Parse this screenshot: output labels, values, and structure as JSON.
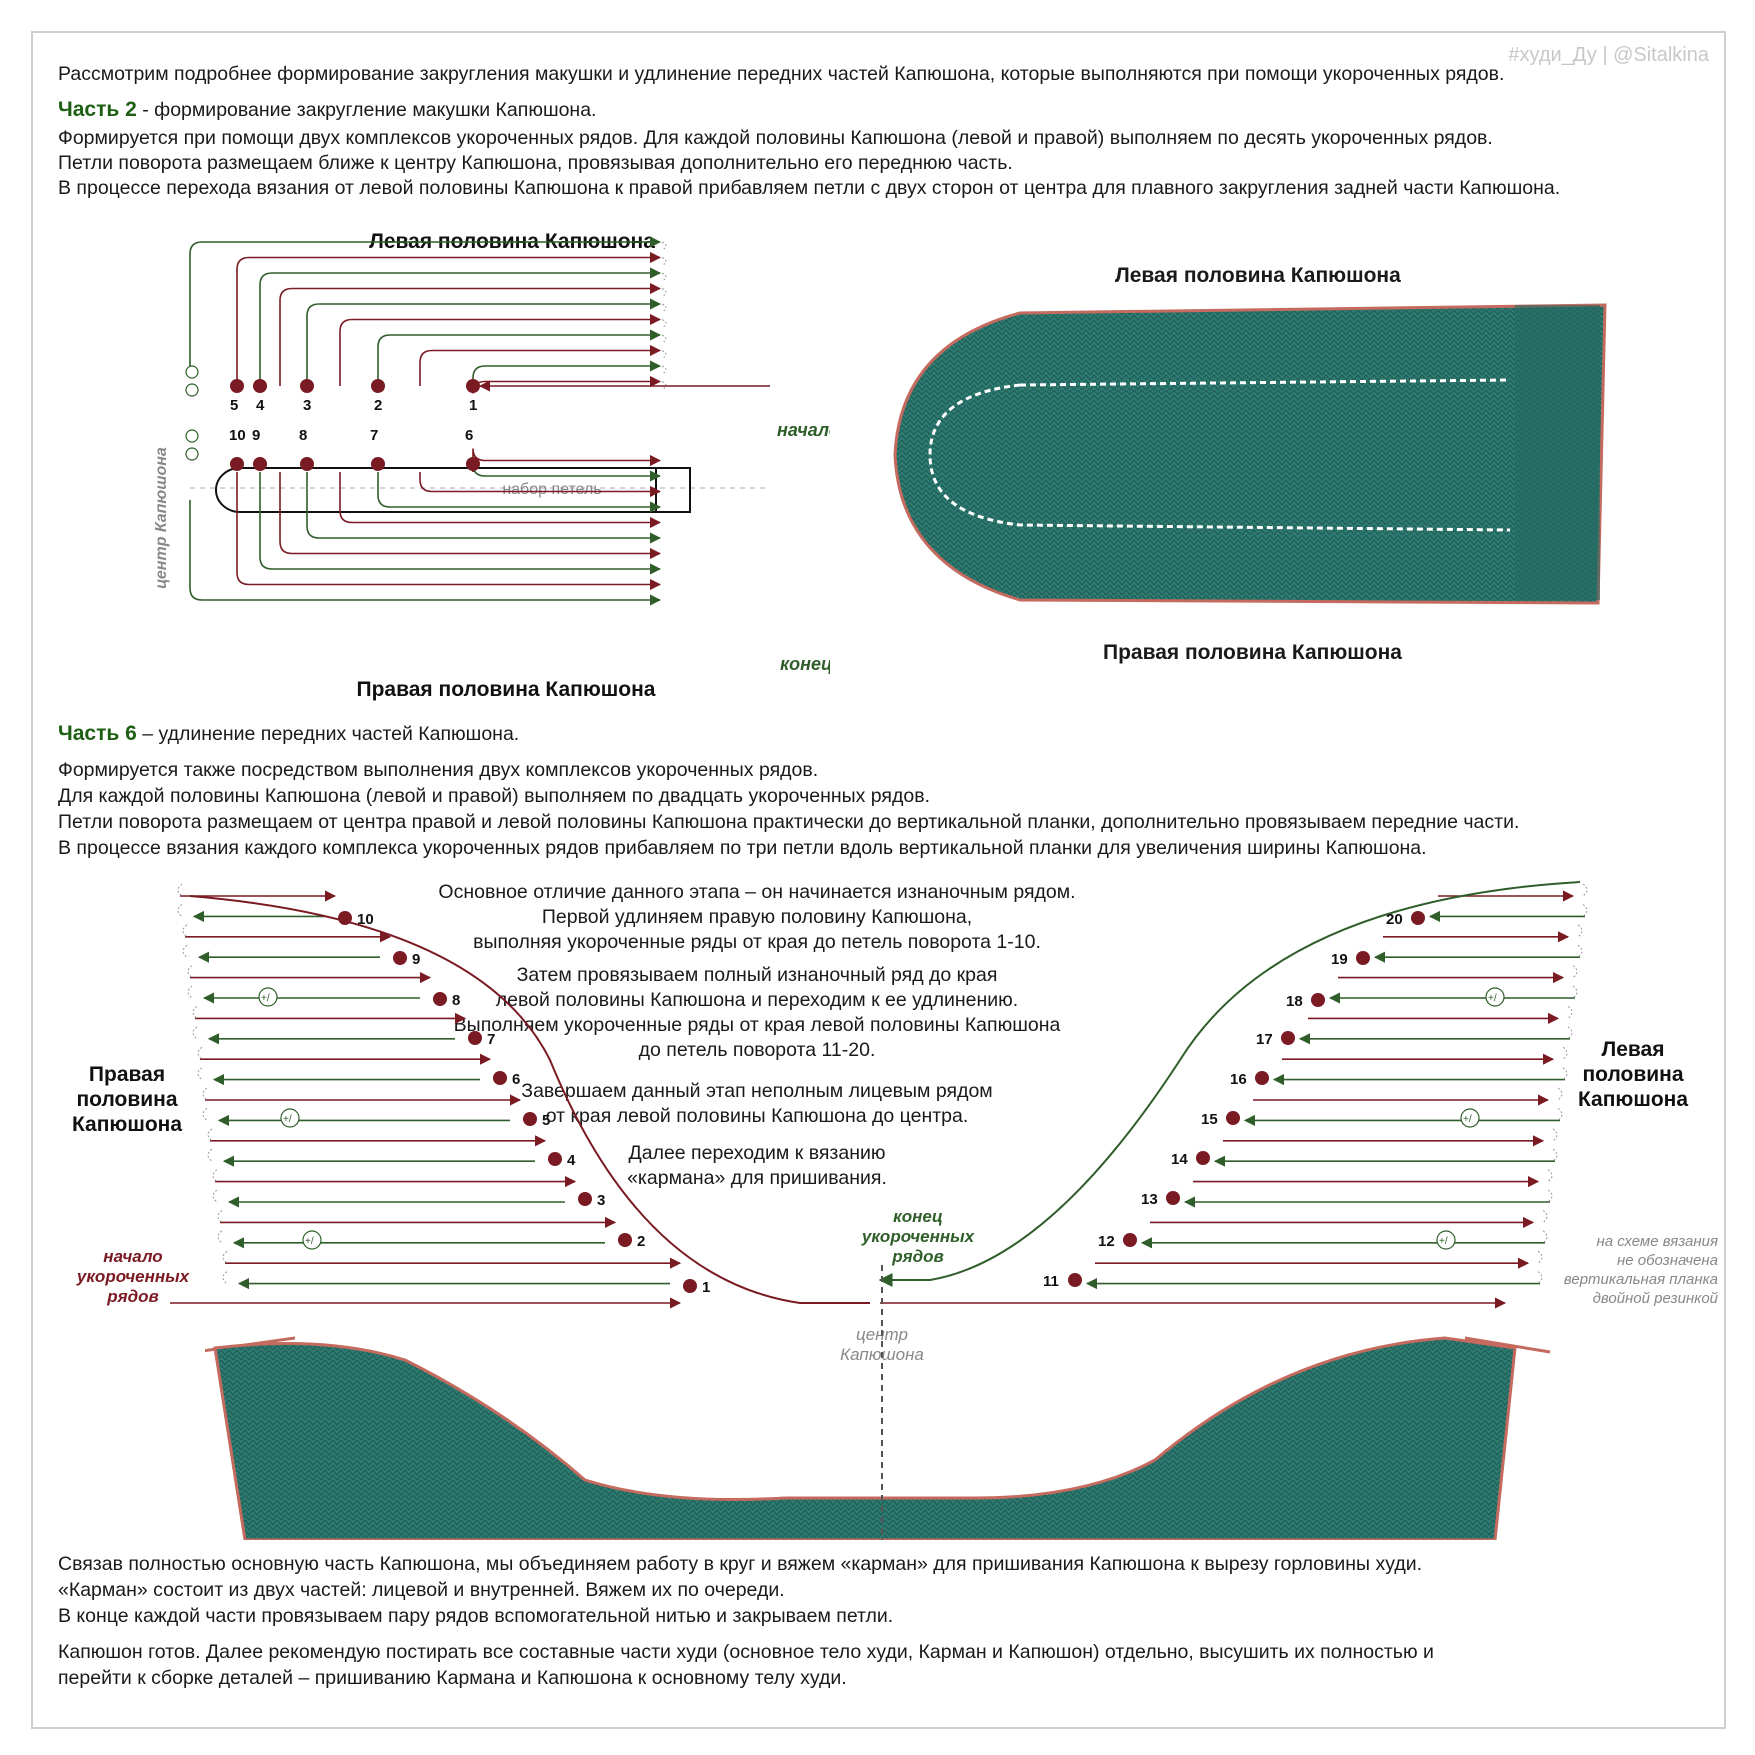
{
  "watermark": "#худи_Ду | @Sitalkina",
  "intro": "Рассмотрим подробнее формирование закругления макушки и удлинение передних частей Капюшона, которые выполняются при помощи укороченных рядов.",
  "part2": {
    "title": "Часть 2",
    "subtitle": " - формирование закругление макушки Капюшона.",
    "lines": [
      "Формируется при помощи двух комплексов укороченных рядов. Для каждой половины Капюшона (левой и правой) выполняем по десять укороченных рядов.",
      "Петли поворота размещаем ближе к центру Капюшона, провязывая дополнительно его переднюю часть.",
      "В процессе перехода вязания от левой половины Капюшона к правой прибавляем петли с двух сторон от центра для плавного закругления задней части Капюшона."
    ],
    "diagram": {
      "left_half": "Левая половина Капюшона",
      "right_half": "Правая половина Капюшона",
      "start": "начало",
      "end": "конец",
      "cast_on": "набор петель",
      "center": "центр Капюшона",
      "top_numbers": [
        "5",
        "4",
        "3",
        "2",
        "1"
      ],
      "bottom_numbers": [
        "10",
        "9",
        "8",
        "7",
        "6"
      ]
    },
    "photo": {
      "left_half": "Левая половина Капюшона",
      "right_half": "Правая половина Капюшона"
    }
  },
  "part6": {
    "title": "Часть 6",
    "subtitle": " – удлинение передних частей Капюшона.",
    "lines": [
      "Формируется также посредством выполнения двух комплексов укороченных рядов.",
      "Для каждой половины Капюшона (левой и правой) выполняем по двадцать укороченных рядов.",
      "Петли поворота размещаем от центра правой и левой половины Капюшона практически до вертикальной планки, дополнительно провязываем передние части.",
      "В процессе вязания каждого комплекса укороченных рядов прибавляем по три петли вдоль вертикальной планки для увеличения ширины Капюшона."
    ],
    "center_text": [
      [
        "Основное отличие данного этапа – он начинается изнаночным рядом.",
        "Первой удлиняем правую половину Капюшона,",
        "выполняя укороченные ряды от края до петель поворота 1-10."
      ],
      [
        "Затем провязываем полный изнаночный ряд до края",
        "левой половины Капюшона и переходим к ее удлинению.",
        "Выполняем укороченные ряды от края левой половины Капюшона",
        "до петель поворота 11-20."
      ],
      [
        "Завершаем данный этап неполным лицевым рядом",
        "от края левой половины Капюшона до центра."
      ],
      [
        "Далее переходим к вязанию",
        "«кармана» для пришивания."
      ]
    ],
    "diagram": {
      "right_half": [
        "Правая",
        "половина",
        "Капюшона"
      ],
      "left_half": [
        "Левая",
        "половина",
        "Капюшона"
      ],
      "start": [
        "начало",
        "укороченных",
        "рядов"
      ],
      "end": [
        "конец",
        "укороченных",
        "рядов"
      ],
      "center": [
        "центр",
        "Капюшона"
      ],
      "note": [
        "на схеме вязания",
        "не обозначена",
        "вертикальная планка",
        "двойной резинкой"
      ],
      "right_numbers": [
        "10",
        "9",
        "8",
        "7",
        "6",
        "5",
        "4",
        "3",
        "2",
        "1"
      ],
      "left_numbers": [
        "20",
        "19",
        "18",
        "17",
        "16",
        "15",
        "14",
        "13",
        "12",
        "11"
      ],
      "marker": "+/"
    }
  },
  "final": {
    "lines1": [
      "Связав полностью основную часть Капюшона, мы объединяем работу в круг и вяжем «карман» для пришивания Капюшона к вырезу горловины худи.",
      "«Карман» состоит из двух частей: лицевой и внутренней. Вяжем их по очереди.",
      "В конце каждой части провязываем пару рядов вспомогательной нитью и закрываем петли."
    ],
    "lines2": [
      "Капюшон готов. Далее рекомендую постирать все составные части худи (основное тело худи, Карман и Капюшон) отдельно, высушить их полностью и",
      "перейти к сборке деталей – пришиванию Кармана и Капюшона к основному телу худи."
    ]
  },
  "colors": {
    "green": "#2f5e2a",
    "maroon": "#7a1a22",
    "knit": "#2e7b72",
    "heading": "#1f5f14"
  }
}
